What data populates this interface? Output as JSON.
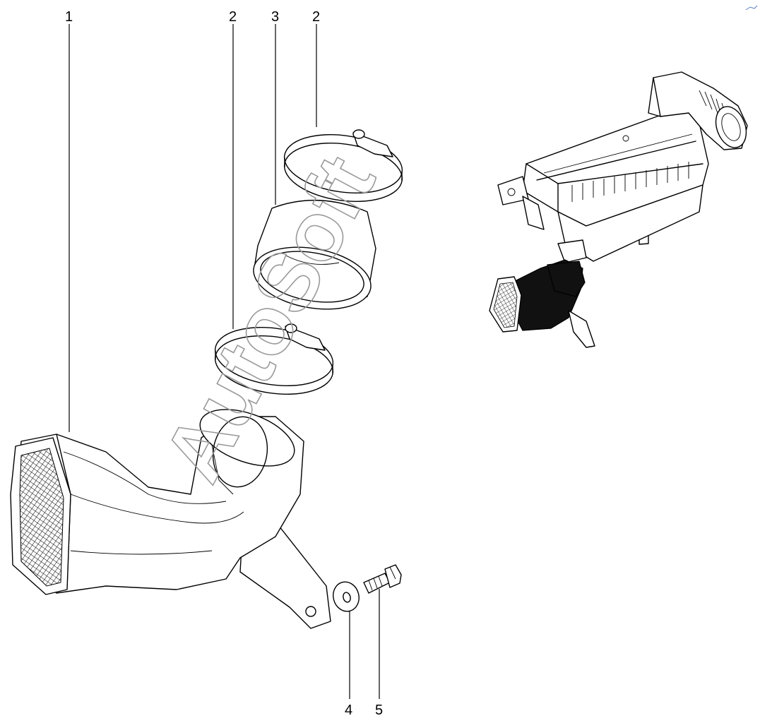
{
  "callouts": {
    "part1": "1",
    "part2_middle": "2",
    "part3": "3",
    "part2_right": "2",
    "part4": "4",
    "part5": "5"
  },
  "watermark": "AutoSoft",
  "colors": {
    "line": "#000000",
    "background": "#ffffff",
    "watermark": "#9a9a9a"
  }
}
